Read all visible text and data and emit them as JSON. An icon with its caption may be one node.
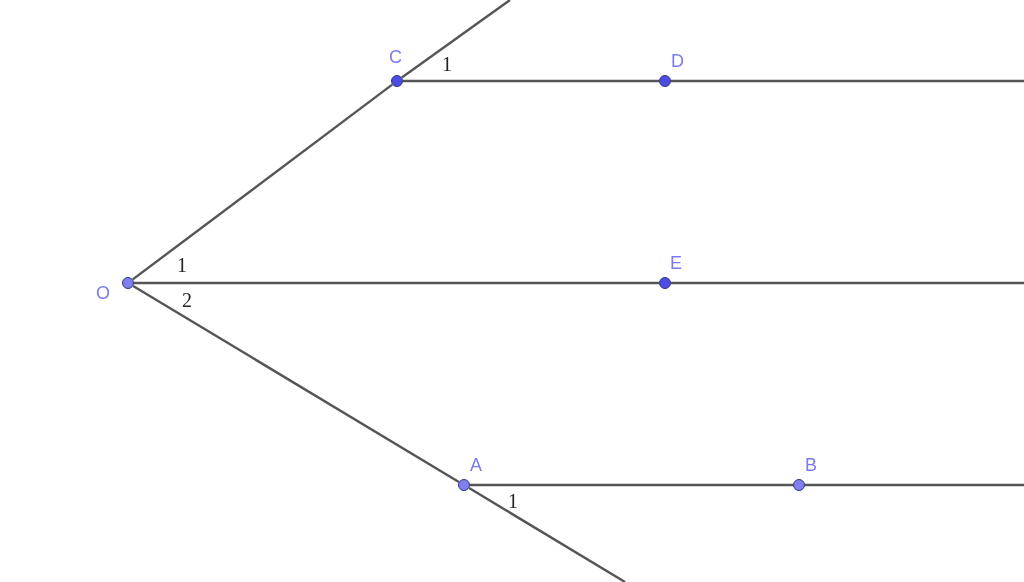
{
  "diagram": {
    "nodes": [
      {
        "text": [],
        "shape": "circle",
        "beside": [
          "O"
        ]
      },
      {
        "text": [],
        "shape": "circle",
        "beside": [
          "C"
        ]
      },
      {
        "text": [],
        "shape": "circle",
        "beside": [
          "D"
        ]
      },
      {
        "text": [],
        "shape": "circle",
        "beside": [
          "E"
        ]
      },
      {
        "text": [],
        "shape": "circle",
        "beside": [
          "A"
        ]
      },
      {
        "text": [],
        "shape": "circle",
        "beside": [
          "B"
        ]
      }
    ],
    "edges": [
      {
        "from": 0,
        "to": 1,
        "arrow": "none"
      },
      {
        "from": 1,
        "to": null,
        "arrow": "none"
      },
      {
        "from": 1,
        "to": 2,
        "arrow": "none"
      },
      {
        "from": 2,
        "to": null,
        "arrow": "none"
      },
      {
        "from": 0,
        "to": 3,
        "arrow": "none"
      },
      {
        "from": 3,
        "to": null,
        "arrow": "none"
      },
      {
        "from": 0,
        "to": 4,
        "arrow": "none"
      },
      {
        "from": 4,
        "to": null,
        "arrow": "none"
      },
      {
        "from": 4,
        "to": 5,
        "arrow": "none"
      },
      {
        "from": 5,
        "to": null,
        "arrow": "none"
      }
    ],
    "labels": [
      "1",
      "1",
      "2",
      "1"
    ]
  }
}
